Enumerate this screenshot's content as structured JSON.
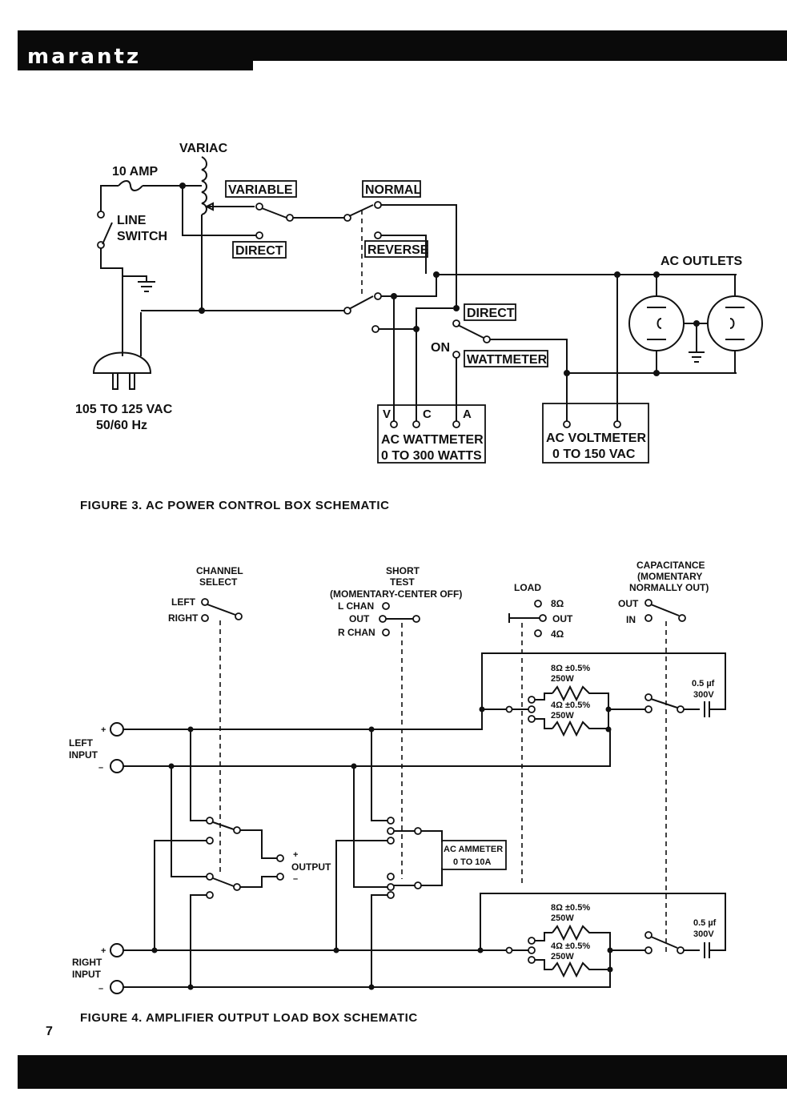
{
  "header": {
    "brand": "marantz"
  },
  "page_number": "7",
  "figure3": {
    "caption": "FIGURE 3.  AC POWER CONTROL BOX SCHEMATIC",
    "labels": {
      "variac": "VARIAC",
      "amp": "10 AMP",
      "line": "LINE",
      "switch": "SWITCH",
      "variable": "VARIABLE",
      "direct1": "DIRECT",
      "normal": "NORMAL",
      "reverse": "REVERSE",
      "direct2": "DIRECT",
      "on": "ON",
      "wattmeter": "WATTMETER",
      "ac_outlets": "AC OUTLETS",
      "vac": "105 TO 125 VAC",
      "hz": "50/60 Hz",
      "v": "V",
      "c": "C",
      "a": "A",
      "wattmeter_box_1": "AC WATTMETER",
      "wattmeter_box_2": "0 TO 300 WATTS",
      "voltmeter_box_1": "AC VOLTMETER",
      "voltmeter_box_2": "0 TO 150 VAC"
    }
  },
  "figure4": {
    "caption": "FIGURE 4.  AMPLIFIER OUTPUT LOAD BOX SCHEMATIC",
    "labels": {
      "channel1": "CHANNEL",
      "channel2": "SELECT",
      "left": "LEFT",
      "right": "RIGHT",
      "short1": "SHORT",
      "short2": "TEST",
      "short3": "(MOMENTARY-CENTER OFF)",
      "lchan": "L CHAN",
      "out_short": "OUT",
      "rchan": "R CHAN",
      "load": "LOAD",
      "ohm8": "8Ω",
      "load_out": "OUT",
      "ohm4": "4Ω",
      "cap1": "CAPACITANCE",
      "cap2": "(MOMENTARY",
      "cap3": "NORMALLY OUT)",
      "cap_out": "OUT",
      "cap_in": "IN",
      "r8_top": "8Ω ±0.5%",
      "r8_top_w": "250W",
      "r4_top": "4Ω ±0.5%",
      "r4_top_w": "250W",
      "r8_bot": "8Ω ±0.5%",
      "r8_bot_w": "250W",
      "r4_bot": "4Ω ±0.5%",
      "r4_bot_w": "250W",
      "cap_top_1": "0.5 µf",
      "cap_top_2": "300V",
      "cap_bot_1": "0.5 µf",
      "cap_bot_2": "300V",
      "left_input_1": "LEFT",
      "left_input_2": "INPUT",
      "right_input_1": "RIGHT",
      "right_input_2": "INPUT",
      "plus": "+",
      "minus": "–",
      "output": "OUTPUT",
      "ammeter_1": "AC AMMETER",
      "ammeter_2": "0 TO 10A"
    }
  }
}
